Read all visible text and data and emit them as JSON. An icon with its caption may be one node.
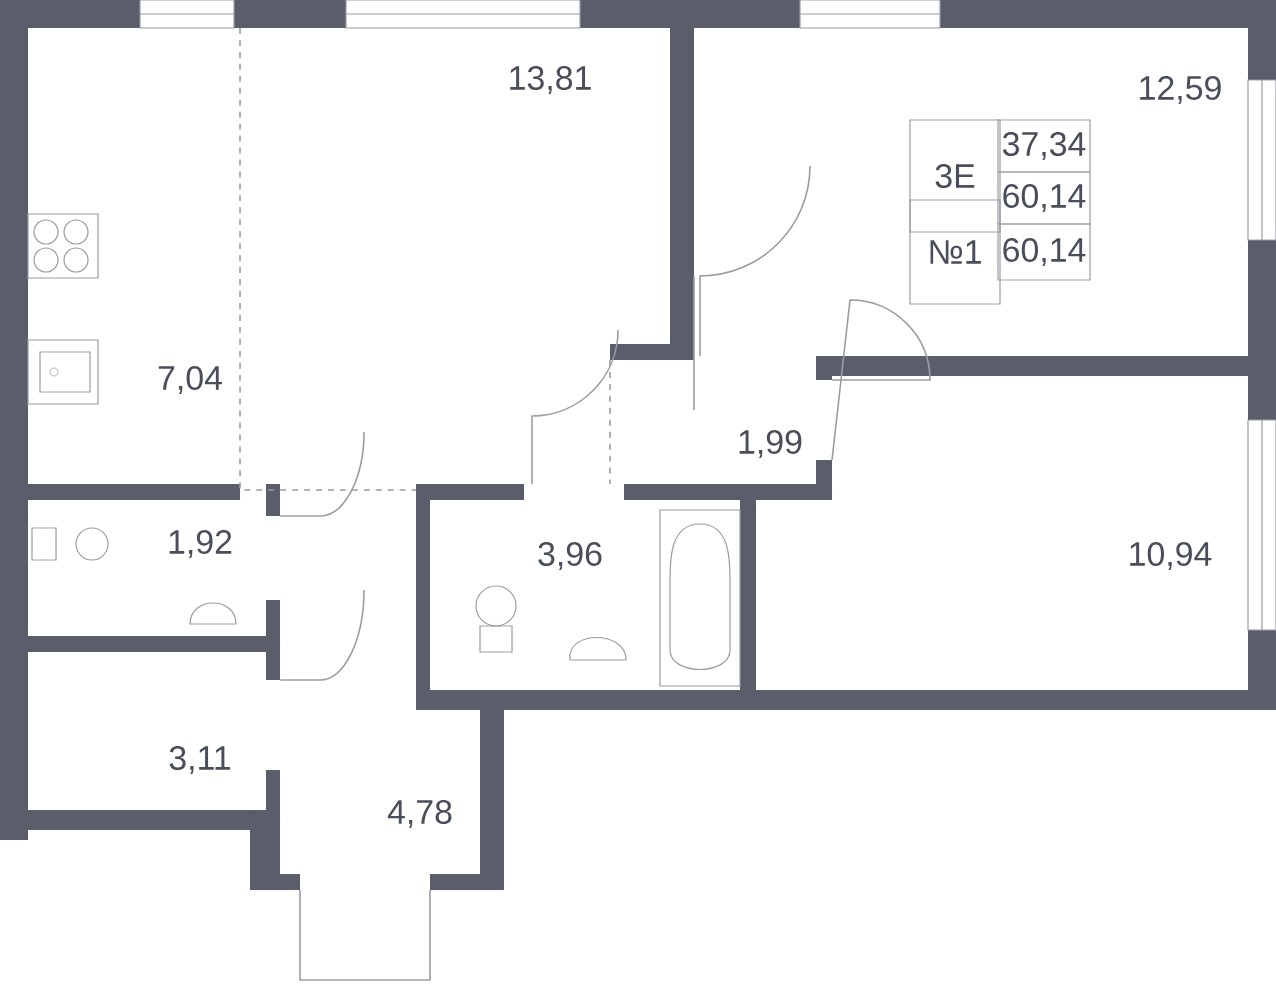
{
  "diagram": {
    "labels": [
      "13,81",
      "12,59",
      "3E",
      "37,34",
      "60,14",
      "№1",
      "60,14",
      "7,04",
      "1,99",
      "1,92",
      "3,96",
      "10,94",
      "3,11",
      "4,78"
    ]
  }
}
